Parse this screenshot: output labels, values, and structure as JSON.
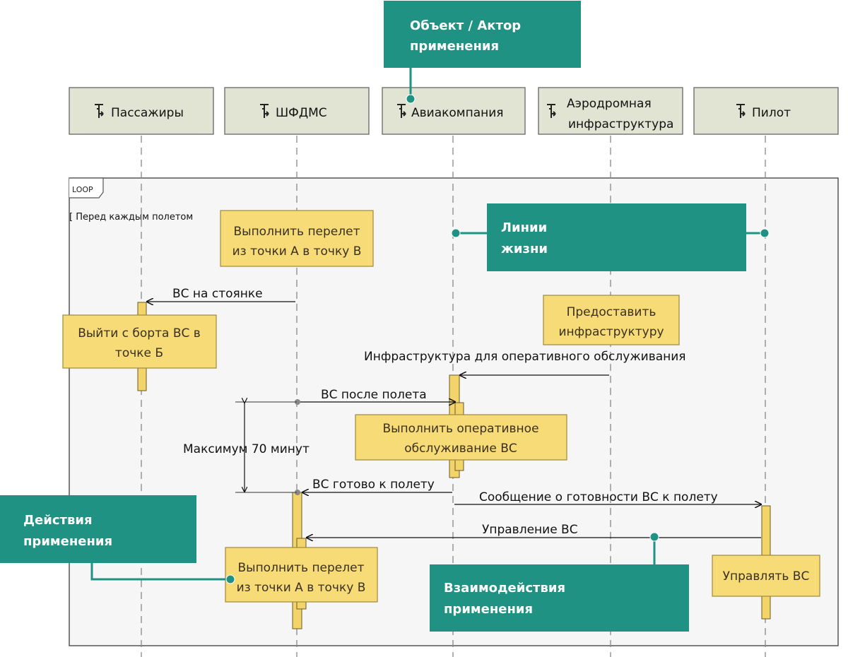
{
  "actors": [
    {
      "name": "Пассажиры",
      "lines": [
        "Пассажиры"
      ]
    },
    {
      "name": "ШФДМС",
      "lines": [
        "ШФДМС"
      ]
    },
    {
      "name": "Авиакомпания",
      "lines": [
        "Авиакомпания"
      ]
    },
    {
      "name": "Аэродромная инфраструктура",
      "lines": [
        "Аэродромная",
        "инфраструктура"
      ]
    },
    {
      "name": "Пилот",
      "lines": [
        "Пилот"
      ]
    }
  ],
  "loop": {
    "tag": "LOOP",
    "guard": "[ Перед каждым полетом"
  },
  "notes": {
    "fly_top": [
      "Выполнить перелет",
      "из точки А в точку В"
    ],
    "exit": [
      "Выйти с борта ВС в",
      "точке Б"
    ],
    "provide": [
      "Предоставить",
      "инфраструктуру"
    ],
    "service": [
      "Выполнить оперативное",
      "обслуживание ВС"
    ],
    "fly_bottom": [
      "Выполнить перелет",
      "из точки А в точку В"
    ],
    "pilot": [
      "Управлять ВС"
    ]
  },
  "messages": {
    "parked": "ВС на стоянке",
    "infra": "Инфраструктура для оперативного обслуживания",
    "after_flight": "ВС после полета",
    "ready": "ВС готово к полету",
    "readiness_msg": "Сообщение о готовности ВС к полету",
    "control": "Управление ВС"
  },
  "duration_label": "Максимум 70 минут",
  "callouts": {
    "actor": [
      "Объект / Актор",
      "применения"
    ],
    "lifelines": [
      "Линии",
      "жизни"
    ],
    "actions": [
      "Действия",
      "применения"
    ],
    "interactions": [
      "Взаимодействия",
      "применения"
    ]
  },
  "colors": {
    "actor_fill": "#e2e4d3",
    "note_fill": "#f7db76",
    "activation_fill": "#f3d468",
    "callout_fill": "#1f9283",
    "loop_fill": "#f6f6f6"
  },
  "icons": {
    "actor": "actor-icon"
  }
}
